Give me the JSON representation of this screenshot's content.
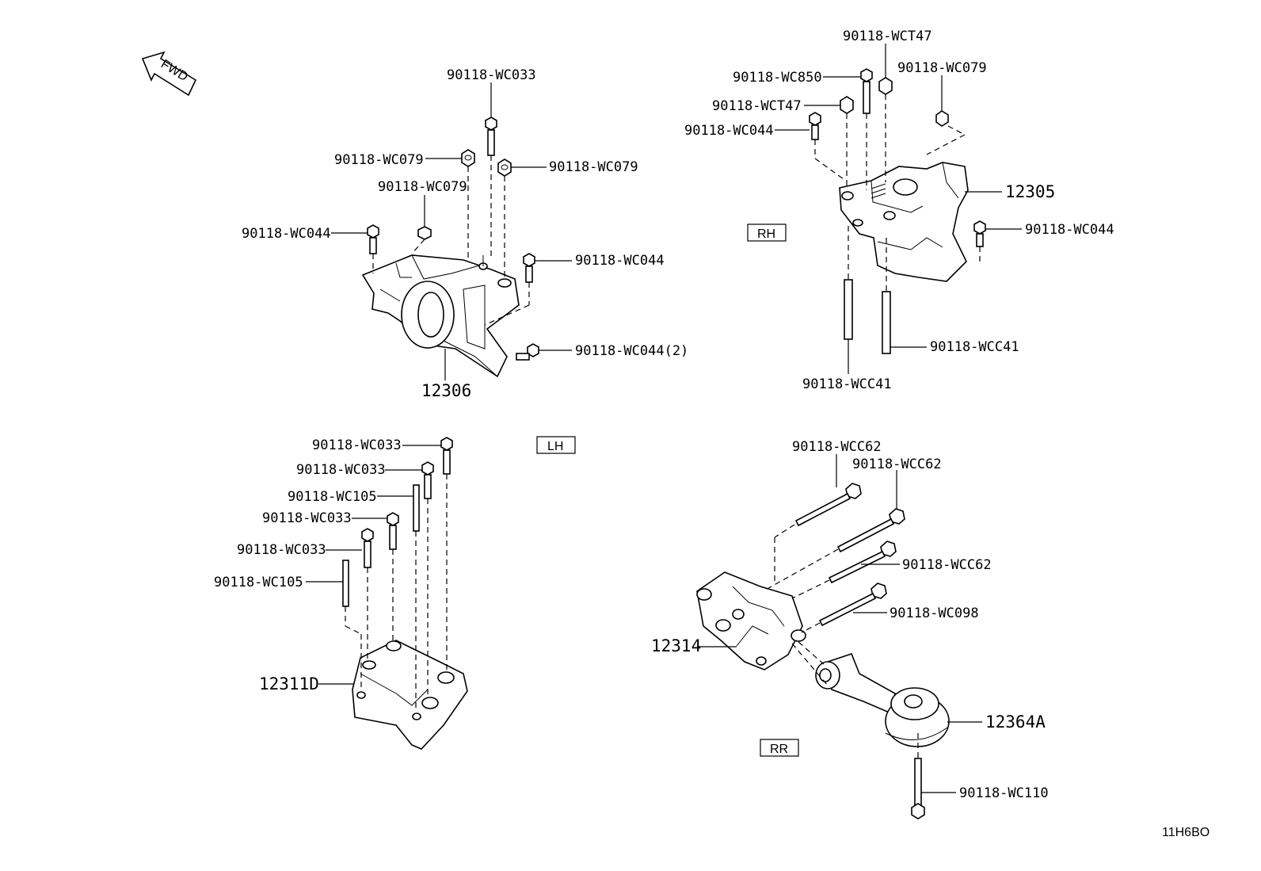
{
  "fwd_symbol": {
    "text": "FWD"
  },
  "sections": {
    "rh": "RH",
    "lh": "LH",
    "rr": "RR"
  },
  "lh_upper": {
    "part_number": "12306",
    "callouts": [
      "90118-WC033",
      "90118-WC079",
      "90118-WC079",
      "90118-WC079",
      "90118-WC044",
      "90118-WC044",
      "90118-WC044(2)"
    ]
  },
  "rh": {
    "part_number": "12305",
    "callouts": [
      "90118-WCT47",
      "90118-WC850",
      "90118-WC079",
      "90118-WCT47",
      "90118-WC044",
      "90118-WC044",
      "90118-WCC41",
      "90118-WCC41"
    ]
  },
  "lh_lower": {
    "part_number": "12311D",
    "callouts": [
      "90118-WC033",
      "90118-WC033",
      "90118-WC105",
      "90118-WC033",
      "90118-WC033",
      "90118-WC105"
    ]
  },
  "rr": {
    "part_numbers": [
      "12314",
      "12364A"
    ],
    "callouts": [
      "90118-WCC62",
      "90118-WCC62",
      "90118-WCC62",
      "90118-WC098",
      "90118-WC110"
    ]
  },
  "diagram_code": "11H6BO"
}
